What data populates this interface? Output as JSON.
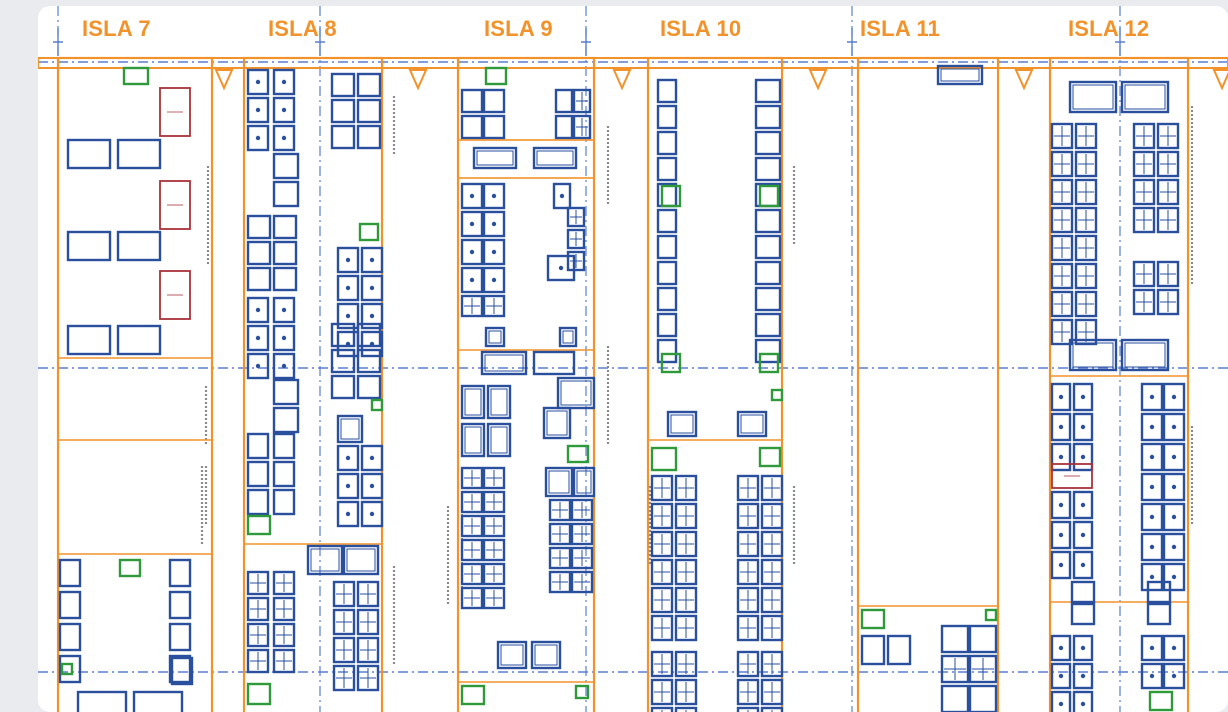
{
  "colors": {
    "orange": "#f2922a",
    "blue": "#2a4f9c",
    "green": "#2f9a3a",
    "red": "#a9323a",
    "axis": "#5a7fd0"
  },
  "islas": [
    {
      "label": "ISLA 7"
    },
    {
      "label": "ISLA 8"
    },
    {
      "label": "ISLA 9"
    },
    {
      "label": "ISLA 10"
    },
    {
      "label": "ISLA 11"
    },
    {
      "label": "ISLA 12"
    }
  ]
}
